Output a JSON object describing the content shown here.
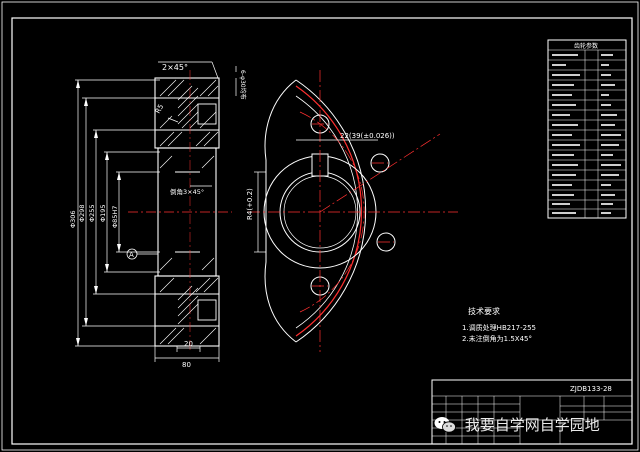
{
  "colors": {
    "background": "#000000",
    "line": "#ffffff",
    "center_line": "#ff3030",
    "section_hatch": "#ffffff"
  },
  "section_view": {
    "chamfer_top": "2×45°",
    "hole_note": "6-φ30均布",
    "chamfer_bore": "倒角3×45°",
    "fillet": "R5",
    "datum": "A",
    "dia_306": "Φ306",
    "dia_298": "Φ298",
    "dia_255": "Φ255",
    "dia_195": "Φ195",
    "dia_bore": "Φ85H7",
    "width_hub": "20",
    "width_total": "80"
  },
  "front_view": {
    "keyway_dim": "22(39(±0.026))",
    "radius_dim": "R4(+0.2)"
  },
  "technical_requirements": {
    "heading": "技术要求",
    "items": [
      "1.调质处理HB217-255",
      "2.未注倒角为1.5X45°"
    ]
  },
  "parameter_table": {
    "title": "齿轮参数"
  },
  "title_block": {
    "drawing_number": "ZJDB133-28"
  },
  "watermark": {
    "text": "我要自学网自学园地",
    "icon": "wechat-icon"
  }
}
